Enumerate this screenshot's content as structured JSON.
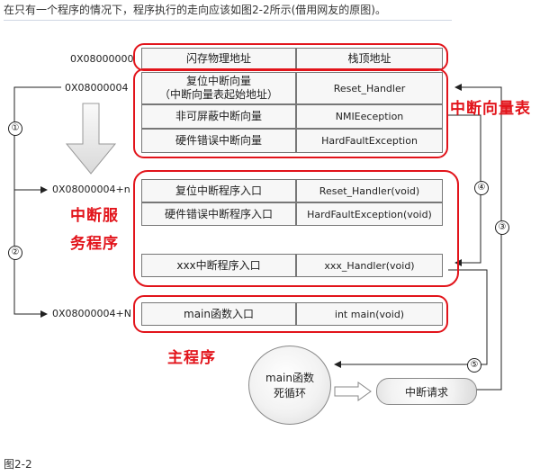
{
  "caption": "在只有一个程序的情况下，程序执行的走向应该如图2-2所示(借用网友的原图)。",
  "addresses": {
    "flash": "0X08000000",
    "vector": "0X08000004",
    "isr": "0X08000004+n",
    "main": "0X08000004+N"
  },
  "table_header": {
    "left": "闪存物理地址",
    "right": "栈顶地址"
  },
  "vector_table": [
    {
      "left": "复位中断向量\n（中断向量表起始地址）",
      "right": "Reset_Handler"
    },
    {
      "left": "非可屏蔽中断向量",
      "right": "NMIEeception"
    },
    {
      "left": "硬件错误中断向量",
      "right": "HardFaultException"
    }
  ],
  "isr_table": [
    {
      "left": "复位中断程序入口",
      "right": "Reset_Handler(void)"
    },
    {
      "left": "硬件错误中断程序入口",
      "right": "HardFaultException(void)"
    },
    {
      "left": "xxx中断程序入口",
      "right": "xxx_Handler(void)"
    }
  ],
  "main_row": {
    "left": "main函数入口",
    "right": "int main(void)"
  },
  "labels": {
    "vector_table": "中断向量表",
    "isr_line1": "中断服",
    "isr_line2": "务程序",
    "main_program": "主程序"
  },
  "loop_bubble": {
    "line1": "main函数",
    "line2": "死循环"
  },
  "irq_bubble": "中断请求",
  "steps": [
    "①",
    "②",
    "③",
    "④",
    "⑤"
  ],
  "figure_label": "图2-2",
  "colors": {
    "red": "#e2141b",
    "cell_bg": "#f7f7f7"
  }
}
